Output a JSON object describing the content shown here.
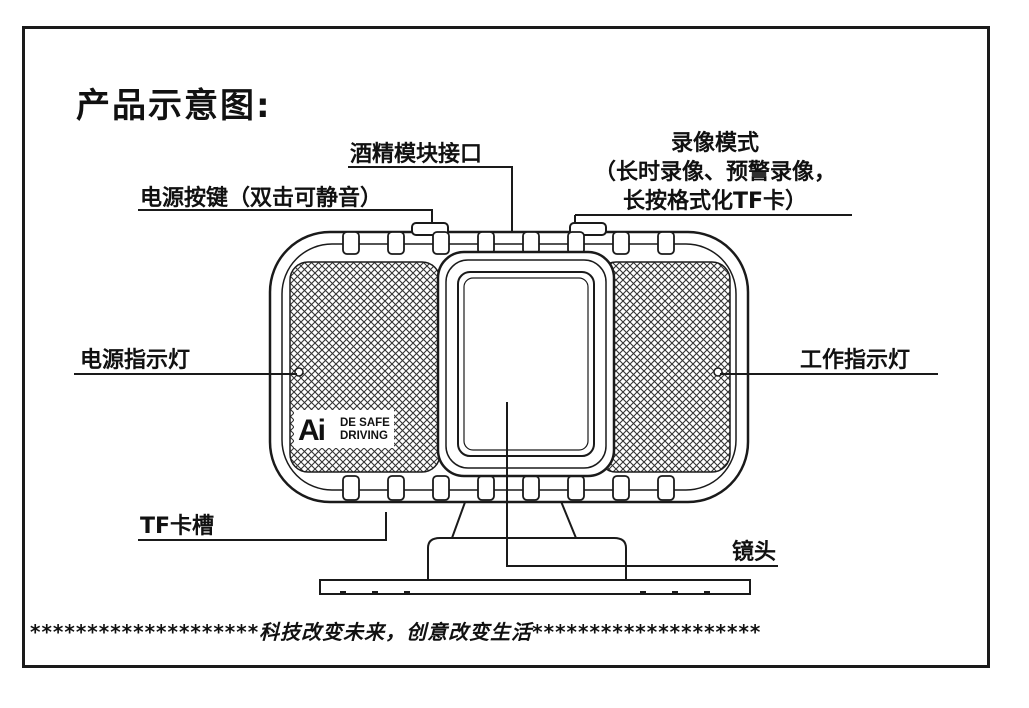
{
  "title": "产品示意图:",
  "labels": {
    "alcohol_port": "酒精模块接口",
    "power_button": "电源按键（双击可静音）",
    "record_mode_line1": "录像模式",
    "record_mode_line2": "（长时录像、预警录像，",
    "record_mode_line3": "长按格式化TF卡）",
    "power_indicator": "电源指示灯",
    "work_indicator": "工作指示灯",
    "tf_slot": "TF卡槽",
    "lens": "镜头"
  },
  "logo": {
    "mark": "Ai",
    "line1": "DE SAFE",
    "line2": "DRIVING"
  },
  "footer": "********************科技改变未来，创意改变生活********************",
  "colors": {
    "line": "#1a1a1a",
    "background": "#ffffff"
  }
}
